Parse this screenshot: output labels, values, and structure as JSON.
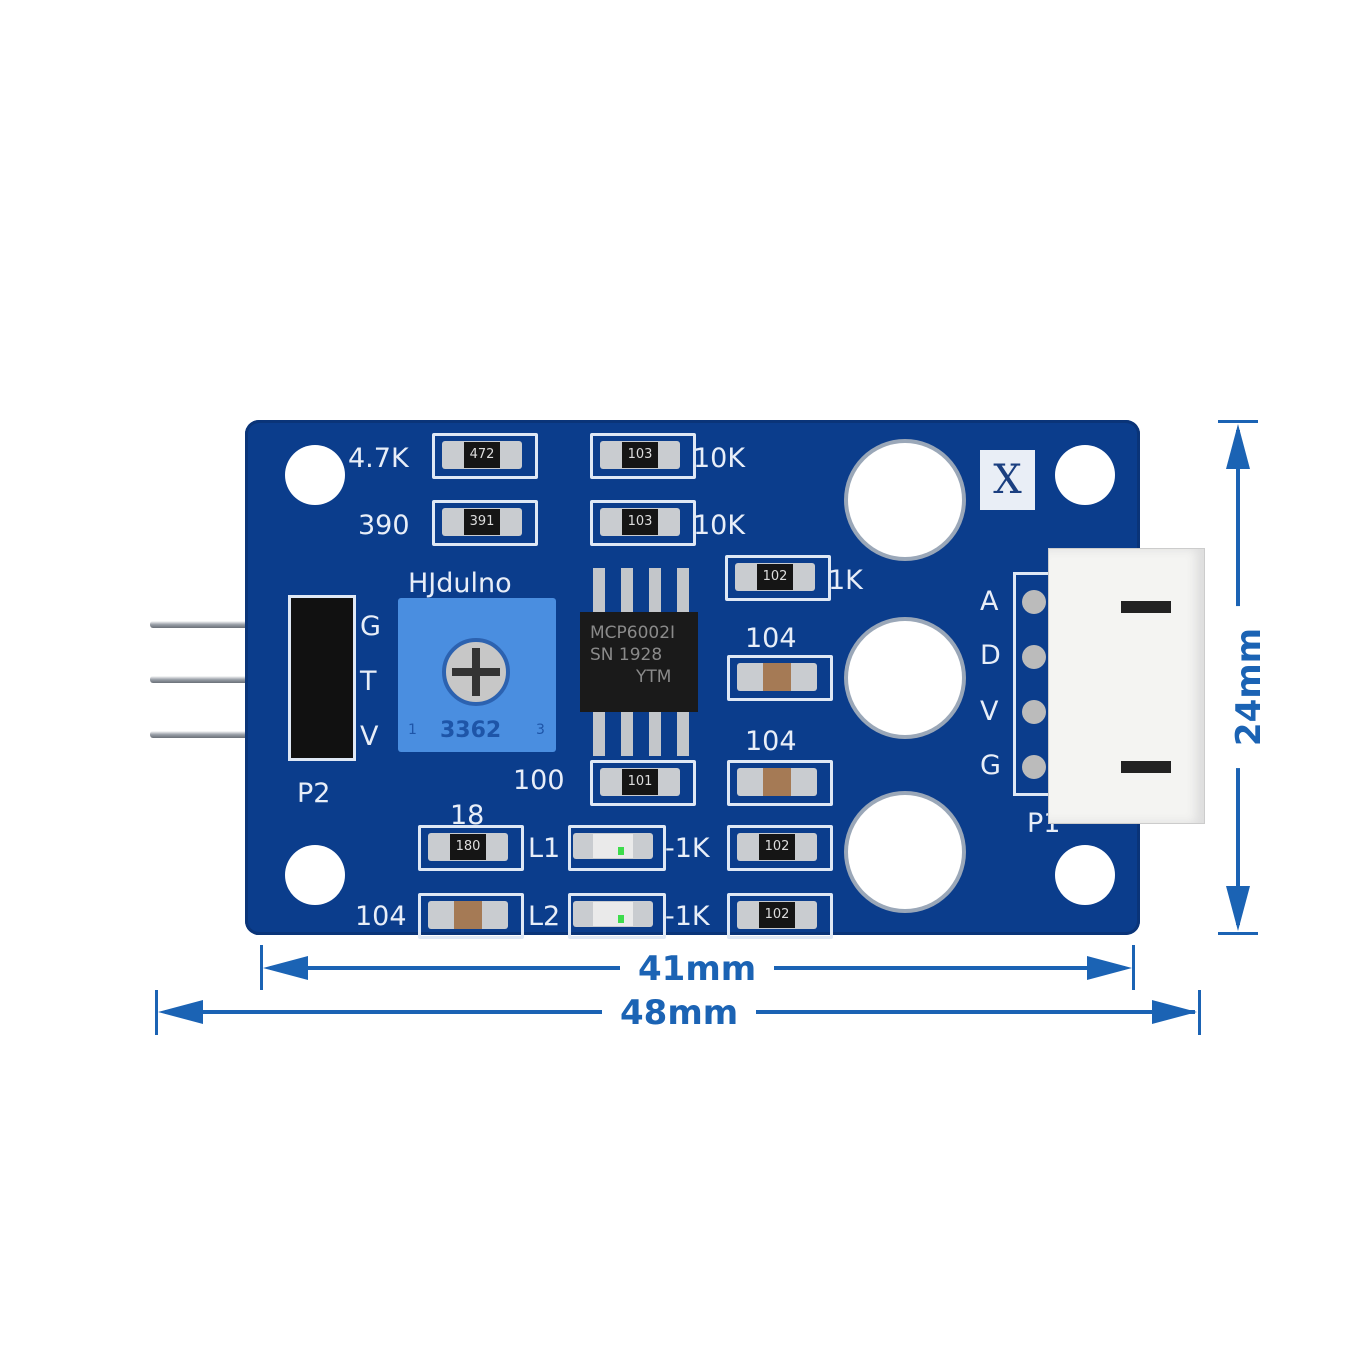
{
  "board": {
    "brand": "HJdulno",
    "header_left": {
      "name": "P2",
      "pins": [
        "G",
        "T",
        "V"
      ]
    },
    "header_right": {
      "name": "P1",
      "pins": [
        "A",
        "D",
        "V",
        "G"
      ]
    },
    "marker": "X",
    "potentiometer": {
      "model": "3362",
      "pin1": "1",
      "pin3": "3"
    },
    "ic": {
      "line1": "MCP6002I",
      "line2": "SN",
      "line2b": "1928",
      "line3": "YTM"
    },
    "components": {
      "r_47k": {
        "label": "4.7K",
        "code": "472"
      },
      "r_10k_a": {
        "label": "10K",
        "code": "103"
      },
      "r_390": {
        "label": "390",
        "code": "391"
      },
      "r_10k_b": {
        "label": "10K",
        "code": "103"
      },
      "r_1k_top": {
        "label": "1K",
        "code": "102"
      },
      "c_104_a": {
        "label": "104"
      },
      "c_104_b": {
        "label": "104"
      },
      "r_100": {
        "label": "100",
        "code": "101"
      },
      "r_18": {
        "label": "18",
        "code": "180"
      },
      "led_l1": {
        "label": "L1",
        "res_label": "-1K"
      },
      "led_l2": {
        "label": "L2",
        "res_label": "-1K"
      },
      "r_1k_l1": {
        "code": "102"
      },
      "r_1k_l2": {
        "code": "102"
      },
      "c_104_c": {
        "label": "104"
      }
    }
  },
  "dimensions": {
    "height": "24mm",
    "inner_width": "41mm",
    "outer_width": "48mm"
  },
  "colors": {
    "pcb": "#0b3d8c",
    "dimension": "#1b63b4",
    "pot": "#4a8ee0"
  }
}
